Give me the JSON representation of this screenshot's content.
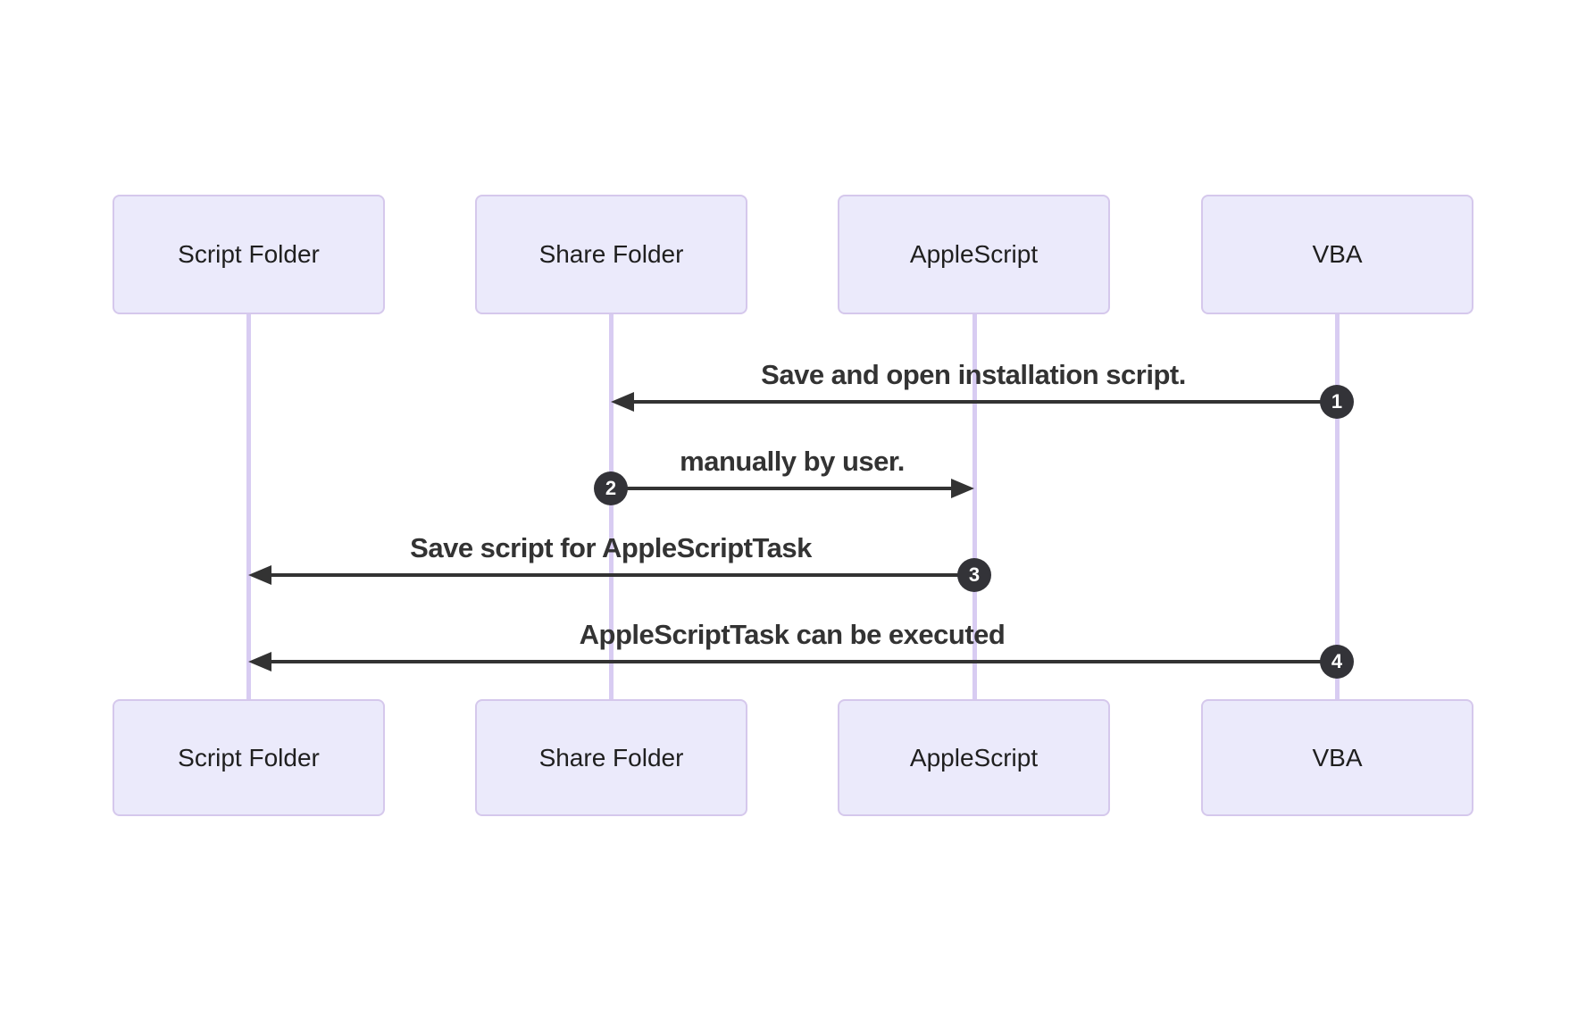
{
  "diagram": {
    "type": "sequence",
    "participants": [
      {
        "name": "Script Folder"
      },
      {
        "name": "Share Folder"
      },
      {
        "name": "AppleScript"
      },
      {
        "name": "VBA"
      }
    ],
    "messages": [
      {
        "num": "1",
        "label": "Save and open installation script.",
        "from": "VBA",
        "to": "Share Folder",
        "direction": "left"
      },
      {
        "num": "2",
        "label": "manually by user.",
        "from": "Share Folder",
        "to": "AppleScript",
        "direction": "right"
      },
      {
        "num": "3",
        "label": "Save script for AppleScriptTask",
        "from": "AppleScript",
        "to": "Script Folder",
        "direction": "left"
      },
      {
        "num": "4",
        "label": "AppleScriptTask can be executed",
        "from": "VBA",
        "to": "Script Folder",
        "direction": "left"
      }
    ],
    "colors": {
      "background": "#FFFFFF",
      "actor_box_fill": "#EBEAFB",
      "actor_box_border": "#D5C8EC",
      "lifeline": "#D8CCF2",
      "arrow": "#333333",
      "badge_fill": "#333338",
      "badge_text": "#FFFFFF",
      "label_text": "#333333",
      "actor_text": "#1F1F1F"
    }
  }
}
